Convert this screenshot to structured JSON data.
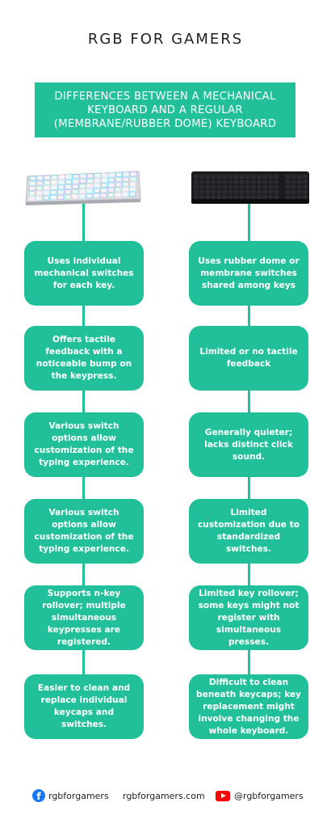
{
  "brand": "RGB FOR GAMERS",
  "banner": {
    "line1": "DIFFERENCES BETWEEN A MECHANICAL",
    "line2": "KEYBOARD AND A REGULAR",
    "line3": "(MEMBRANE/RUBBER DOME) KEYBOARD"
  },
  "rows": [
    {
      "left": "Uses individual mechanical switches for each key.",
      "right": "Uses rubber dome or membrane switches shared among keys"
    },
    {
      "left": "Offers tactile feedback with a noticeable bump on the keypress.",
      "right": "Limited or no tactile feedback"
    },
    {
      "left": "Various switch options allow customization of the typing experience.",
      "right": "Generally quieter; lacks distinct click sound."
    },
    {
      "left": "Various switch options allow customization of the typing experience.",
      "right": "Limited customization due to standardized switches."
    },
    {
      "left": "Supports n-key rollover; multiple simultaneous keypresses are registered.",
      "right": "Limited key rollover; some keys might not register with simultaneous presses."
    },
    {
      "left": "Easier to clean and replace individual keycaps and switches.",
      "right": "Difficult to clean beneath keycaps; key replacement might involve changing the whole keyboard."
    }
  ],
  "footer": {
    "facebook": "rgbforgamers",
    "website": "rgbforgamers.com",
    "youtube": "@rgbforgamers"
  },
  "colors": {
    "accent": "#22c09a",
    "facebook": "#1877f2",
    "youtube": "#ff0000"
  },
  "icons": {
    "facebook": "facebook-icon",
    "youtube": "youtube-icon"
  }
}
